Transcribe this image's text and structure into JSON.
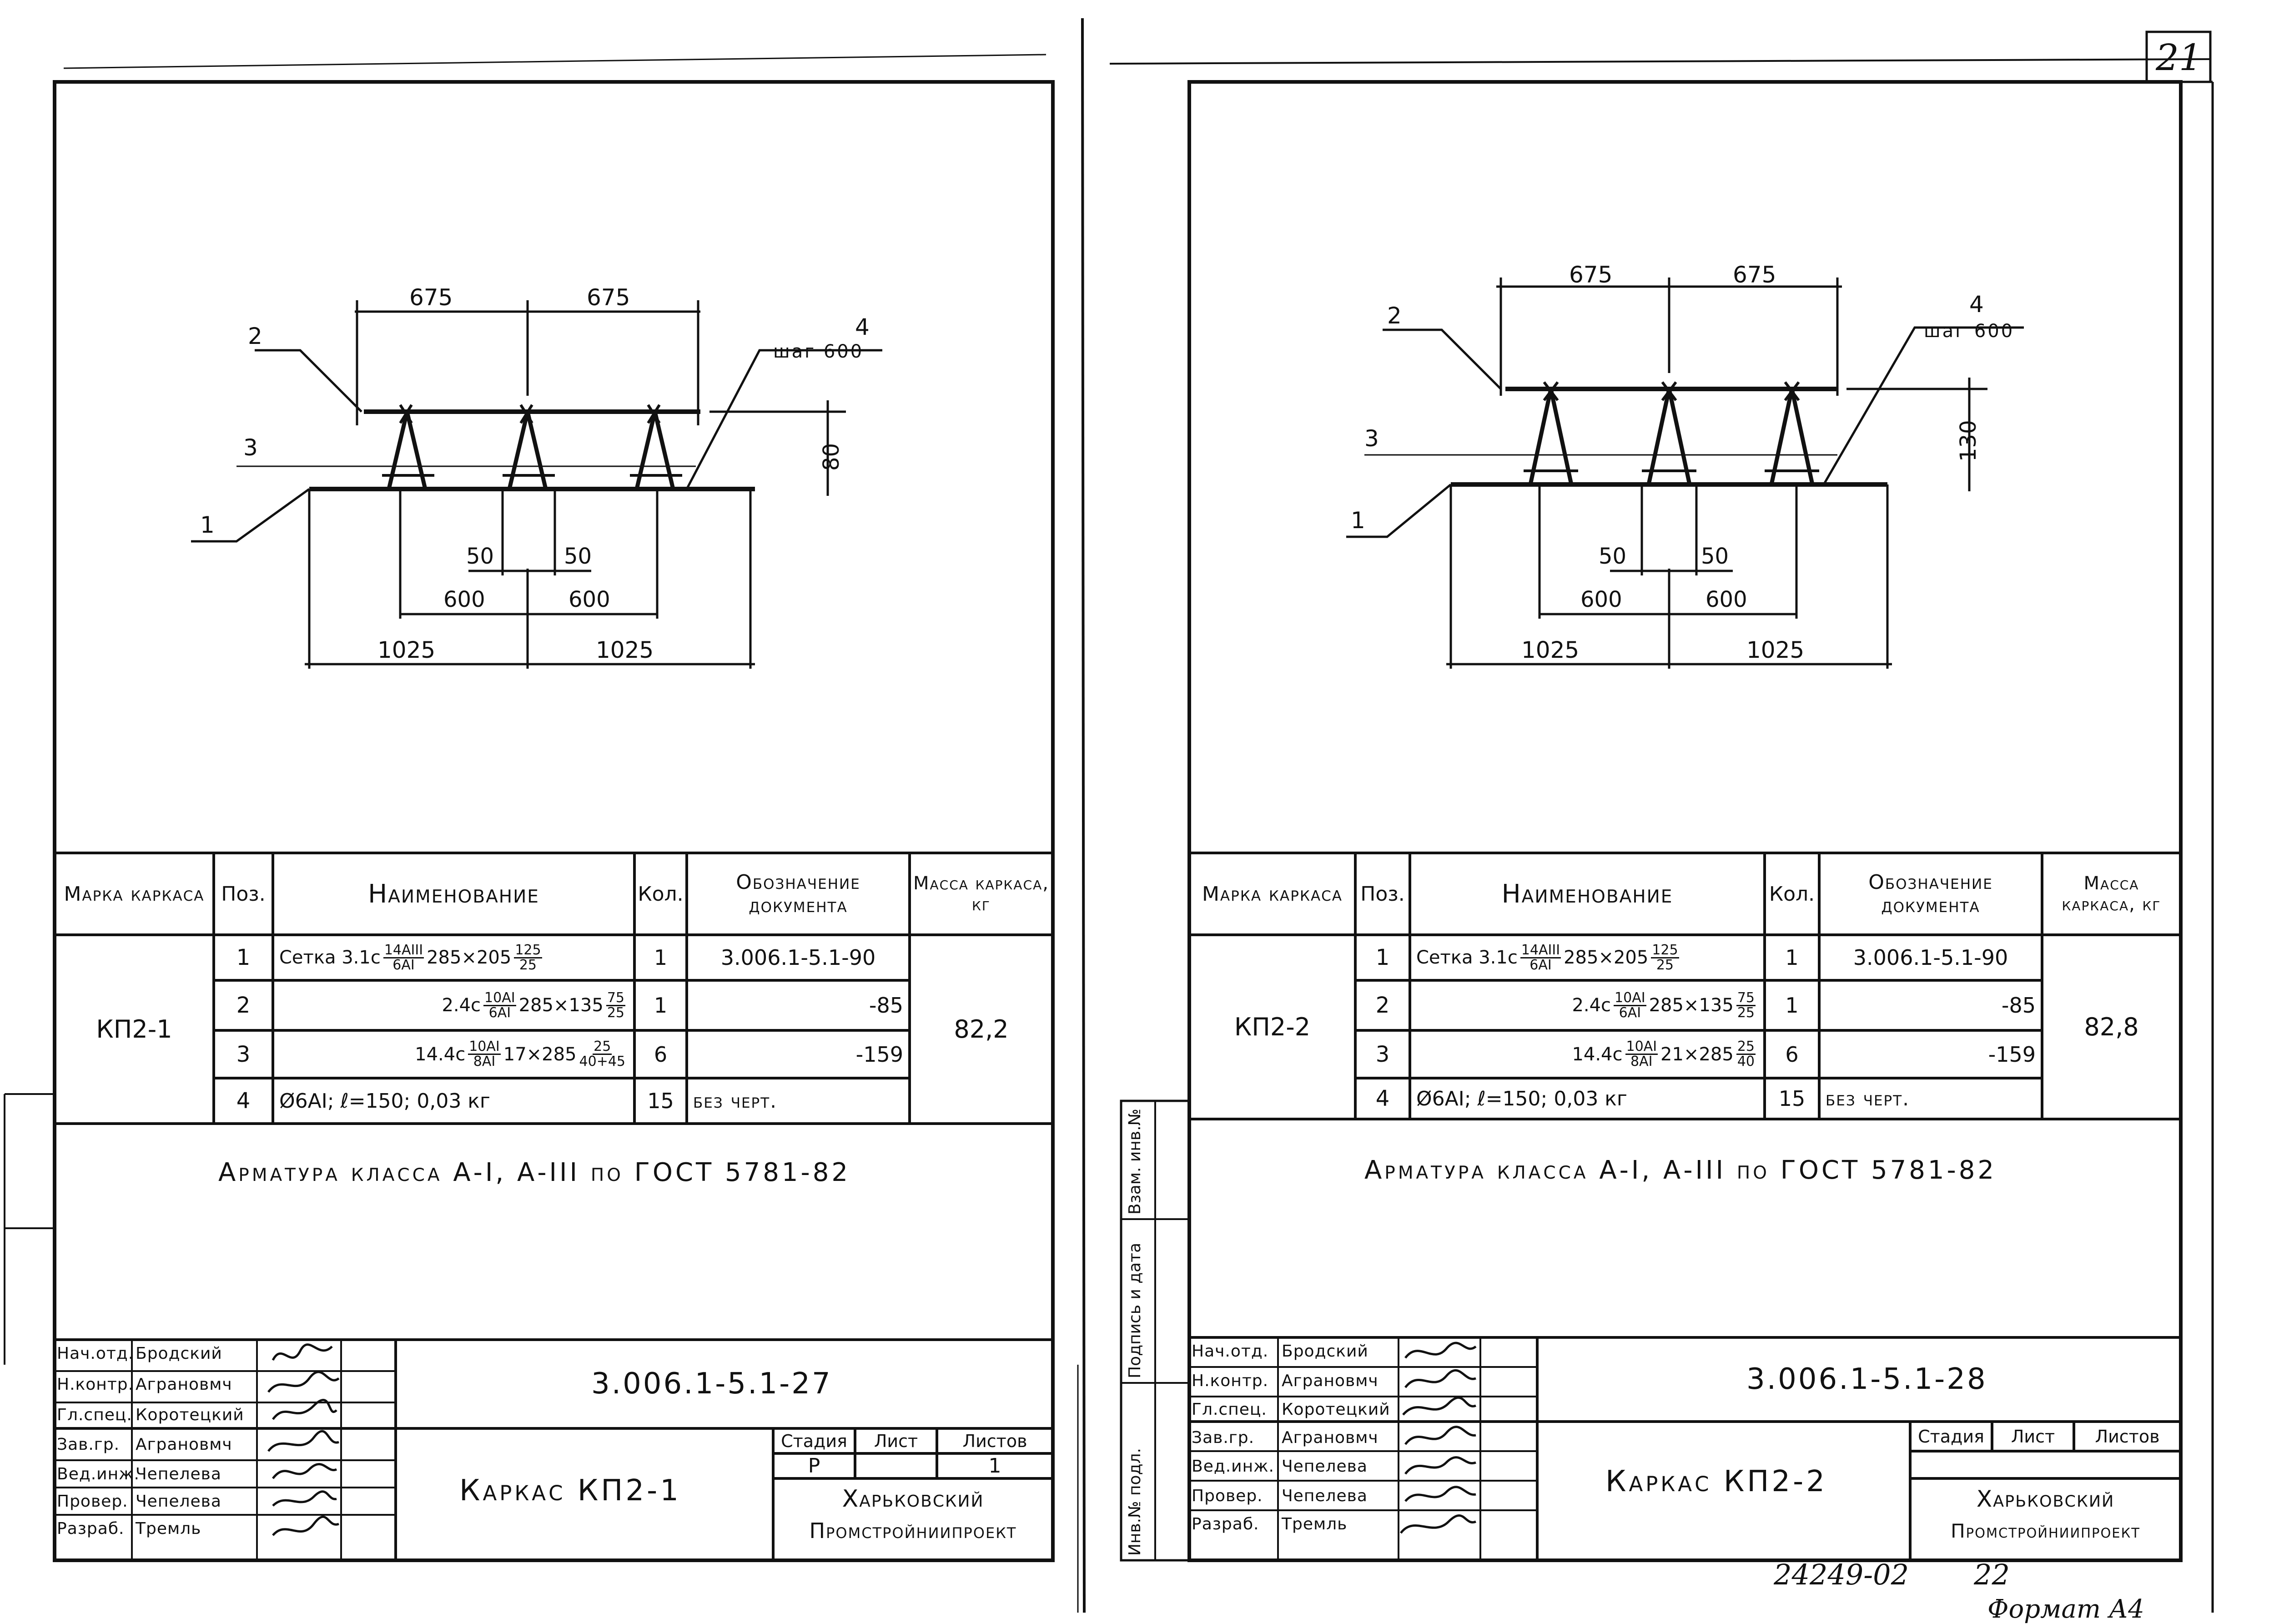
{
  "page_number": "21",
  "bottom_note": {
    "number": "24249-02",
    "page": "22"
  },
  "format_label": "Формат А4",
  "side_stamp_labels": [
    "Инв.№ подл.",
    "Подпись и дата",
    "Взам. инв.№"
  ],
  "sheets": [
    {
      "drawing": {
        "dims_top": [
          "675",
          "675"
        ],
        "callout_4_number": "4",
        "callout_4_text": "шаг 600",
        "height_dim": "80",
        "labels": [
          "1",
          "2",
          "3"
        ],
        "dims_small": [
          "50",
          "50"
        ],
        "dims_mid": [
          "600",
          "600"
        ],
        "dims_bottom": [
          "1025",
          "1025"
        ]
      },
      "spec": {
        "headers": {
          "mark": "Марка каркаса",
          "pos": "Поз.",
          "name": "Наименование",
          "qty": "Кол.",
          "doc": "Обозначение документа",
          "mass": "Масса каркаса, кг"
        },
        "mark": "КП2-1",
        "mass": "82,2",
        "rows": [
          {
            "pos": "1",
            "pre": "Сетка 3.1с",
            "num": "14АIII",
            "den": "6АI",
            "mid": "285×205",
            "num2": "125",
            "den2": "25",
            "qty": "1",
            "doc": "3.006.1-5.1-90"
          },
          {
            "pos": "2",
            "pre": "2.4с",
            "num": "10АI",
            "den": "6АI",
            "mid": "285×135",
            "num2": "75",
            "den2": "25",
            "qty": "1",
            "doc": "-85"
          },
          {
            "pos": "3",
            "pre": "14.4с",
            "num": "10АI",
            "den": "8АI",
            "mid": "17×285",
            "num2": "25",
            "den2": "40+45",
            "qty": "6",
            "doc": "-159"
          },
          {
            "pos": "4",
            "pre": "Ø6АI; ℓ=150; 0,03 кг",
            "num": "",
            "den": "",
            "mid": "",
            "num2": "",
            "den2": "",
            "qty": "15",
            "doc": "без черт."
          }
        ]
      },
      "note": "Арматура класса А-I, А-III по ГОСТ 5781-82",
      "stamp": {
        "roles": [
          "Нач.отд.",
          "Н.контр.",
          "Гл.спец.",
          "Зав.гр.",
          "Вед.инж.",
          "Провер.",
          "Разраб."
        ],
        "names": [
          "Бродский",
          "Аграновмч",
          "Коротецкий",
          "Аграновмч",
          "Чепелева",
          "Чепелева",
          "Тремль"
        ],
        "code": "3.006.1-5.1-27",
        "title": "Каркас КП2-1",
        "stage_h": "Стадия",
        "sheet_h": "Лист",
        "sheets_h": "Листов",
        "stage": "Р",
        "sheet": "",
        "sheets": "1",
        "org_line1": "Харьковский",
        "org_line2": "Промстройниипроект"
      }
    },
    {
      "drawing": {
        "dims_top": [
          "675",
          "675"
        ],
        "callout_4_number": "4",
        "callout_4_text": "шаг 600",
        "height_dim": "130",
        "labels": [
          "1",
          "2",
          "3"
        ],
        "dims_small": [
          "50",
          "50"
        ],
        "dims_mid": [
          "600",
          "600"
        ],
        "dims_bottom": [
          "1025",
          "1025"
        ]
      },
      "spec": {
        "headers": {
          "mark": "Марка каркаса",
          "pos": "Поз.",
          "name": "Наименование",
          "qty": "Кол.",
          "doc": "Обозначение документа",
          "mass": "Масса каркаса, кг"
        },
        "mark": "КП2-2",
        "mass": "82,8",
        "rows": [
          {
            "pos": "1",
            "pre": "Сетка 3.1с",
            "num": "14АIII",
            "den": "6АI",
            "mid": "285×205",
            "num2": "125",
            "den2": "25",
            "qty": "1",
            "doc": "3.006.1-5.1-90"
          },
          {
            "pos": "2",
            "pre": "2.4с",
            "num": "10АI",
            "den": "6АI",
            "mid": "285×135",
            "num2": "75",
            "den2": "25",
            "qty": "1",
            "doc": "-85"
          },
          {
            "pos": "3",
            "pre": "14.4с",
            "num": "10АI",
            "den": "8АI",
            "mid": "21×285",
            "num2": "25",
            "den2": "40",
            "qty": "6",
            "doc": "-159"
          },
          {
            "pos": "4",
            "pre": "Ø6АI; ℓ=150; 0,03 кг",
            "num": "",
            "den": "",
            "mid": "",
            "num2": "",
            "den2": "",
            "qty": "15",
            "doc": "без черт."
          }
        ]
      },
      "note": "Арматура класса А-I, А-III по ГОСТ 5781-82",
      "stamp": {
        "roles": [
          "Нач.отд.",
          "Н.контр.",
          "Гл.спец.",
          "Зав.гр.",
          "Вед.инж.",
          "Провер.",
          "Разраб."
        ],
        "names": [
          "Бродский",
          "Аграновмч",
          "Коротецкий",
          "Аграновмч",
          "Чепелева",
          "Чепелева",
          "Тремль"
        ],
        "code": "3.006.1-5.1-28",
        "title": "Каркас КП2-2",
        "stage_h": "Стадия",
        "sheet_h": "Лист",
        "sheets_h": "Листов",
        "stage": "",
        "sheet": "",
        "sheets": "",
        "org_line1": "Харьковский",
        "org_line2": "Промстройниипроект"
      }
    }
  ]
}
